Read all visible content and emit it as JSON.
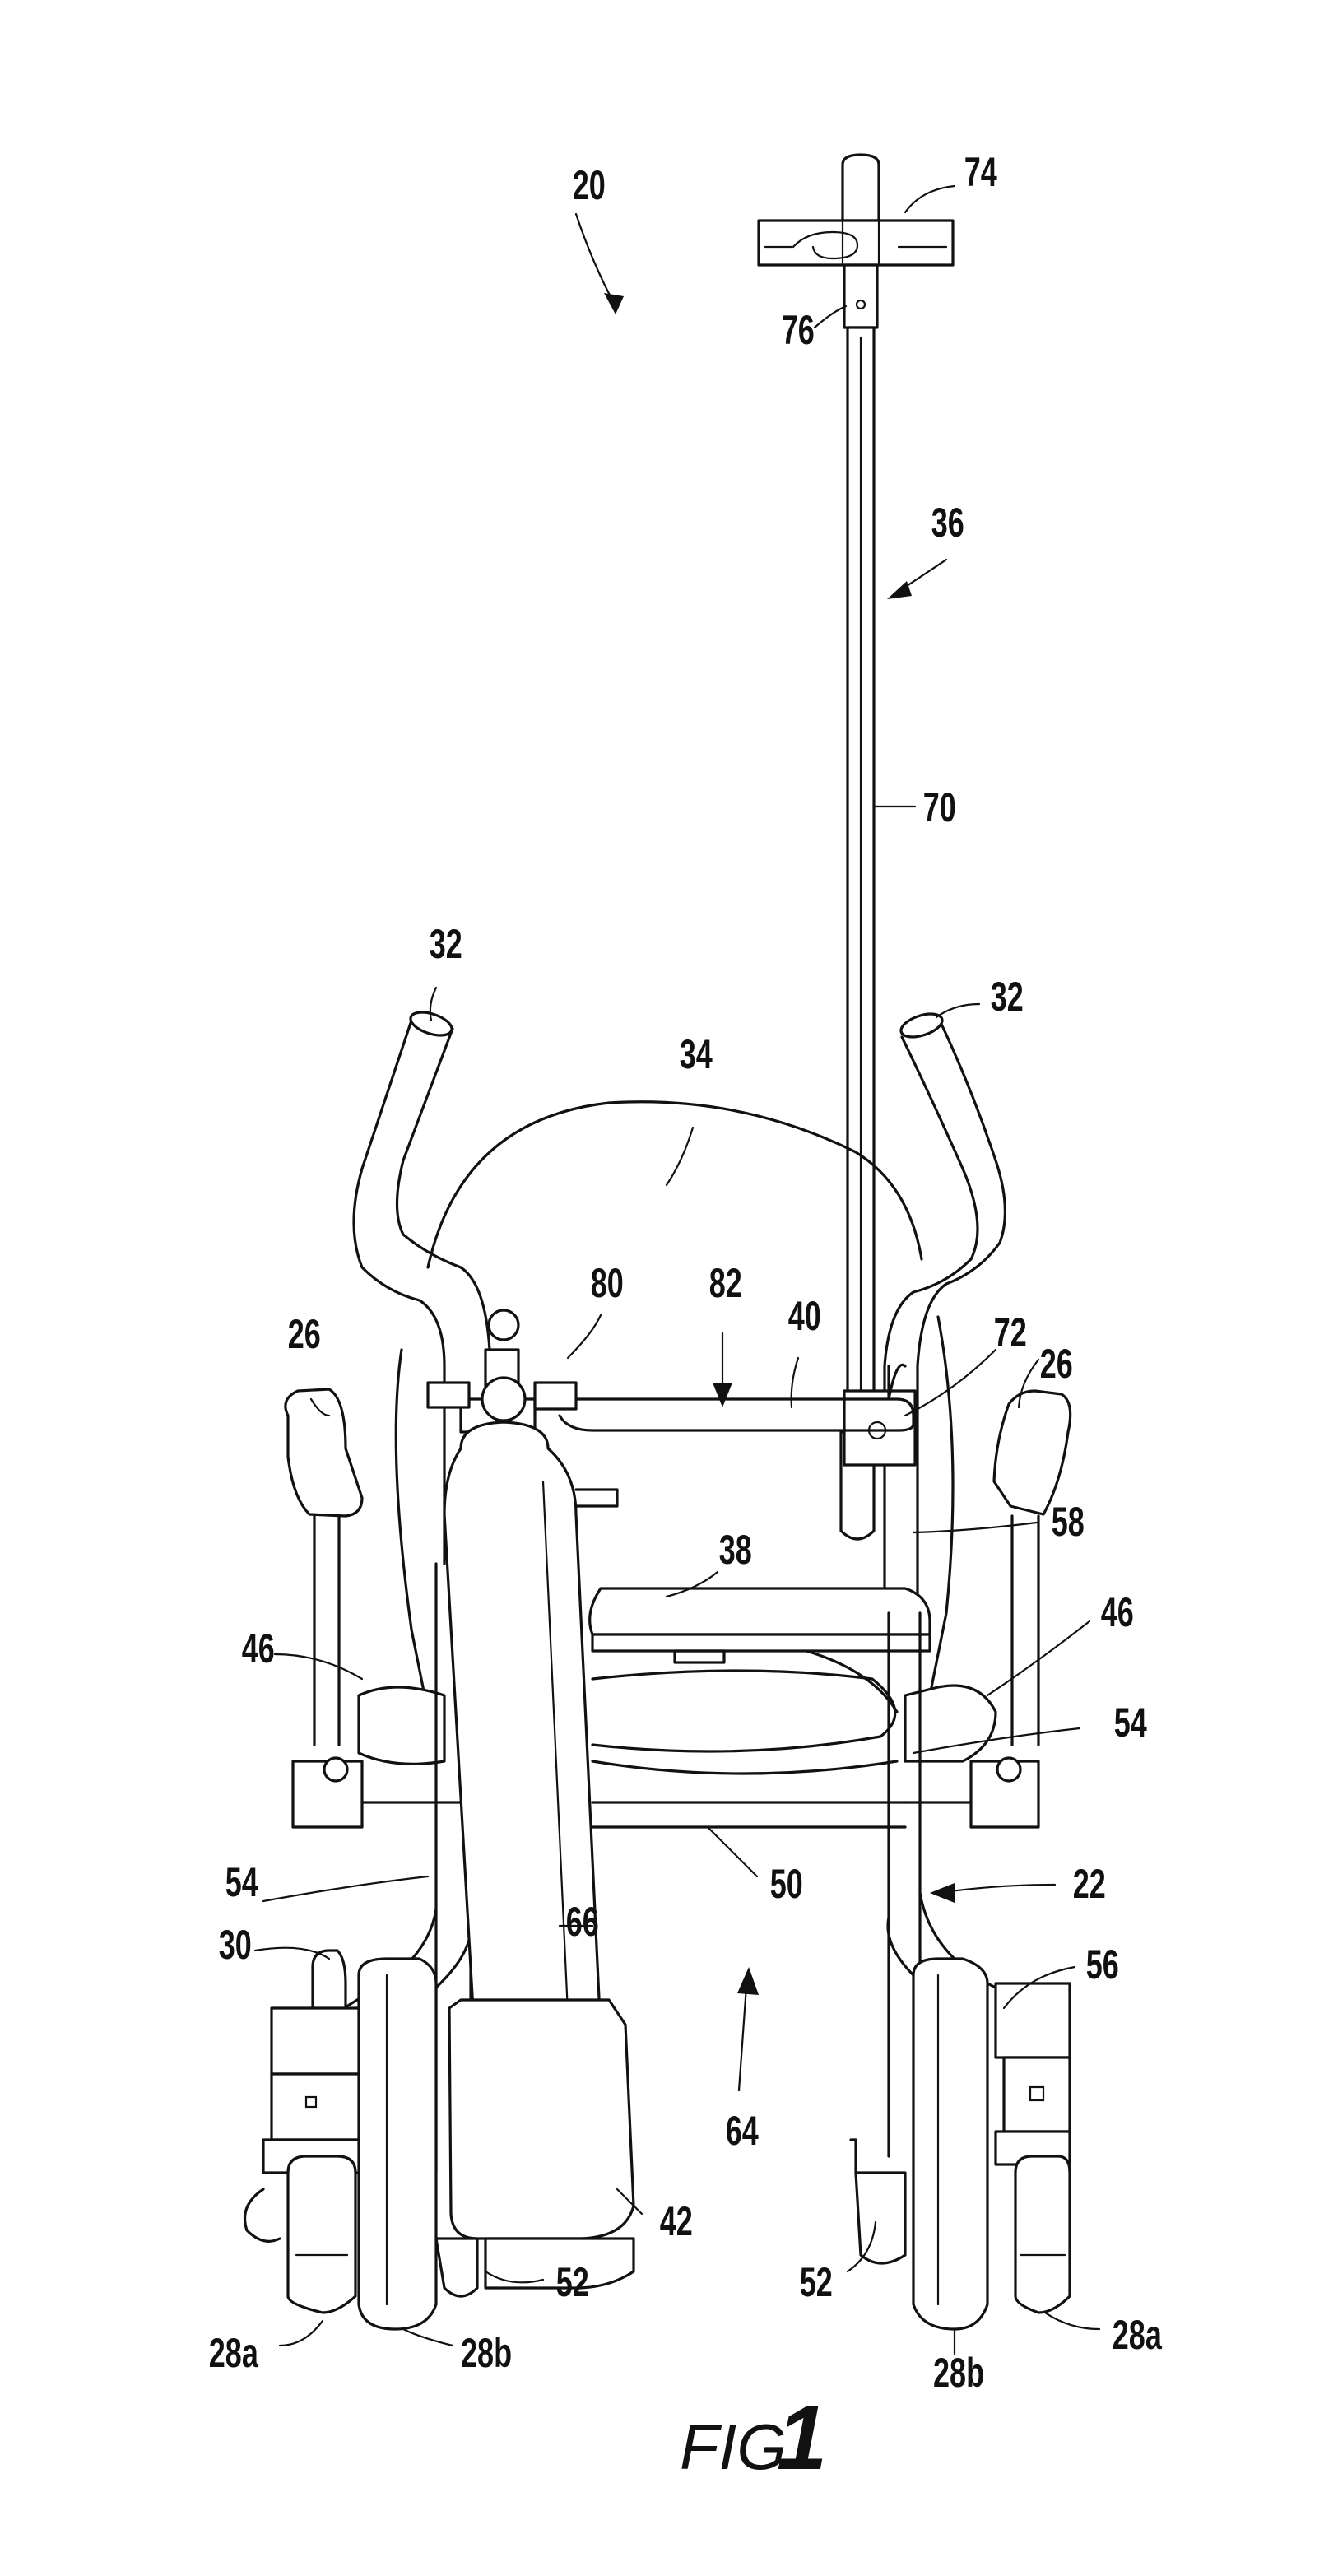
{
  "figure": {
    "caption_prefix": "FIG.",
    "caption_number": "1"
  },
  "labels": {
    "l20": "20",
    "l74": "74",
    "l76": "76",
    "l36": "36",
    "l70": "70",
    "l32_left": "32",
    "l32_right": "32",
    "l34": "34",
    "l80": "80",
    "l82": "82",
    "l40": "40",
    "l72": "72",
    "l26_left": "26",
    "l26_right": "26",
    "l58": "58",
    "l38": "38",
    "l46_left": "46",
    "l46_right": "46",
    "l54_left": "54",
    "l54_right": "54",
    "l50": "50",
    "l22": "22",
    "l66": "66",
    "l30": "30",
    "l56": "56",
    "l64": "64",
    "l42": "42",
    "l52_left": "52",
    "l52_right": "52",
    "l28a_left": "28a",
    "l28b_left": "28b",
    "l28b_right": "28b",
    "l28a_right": "28a"
  }
}
